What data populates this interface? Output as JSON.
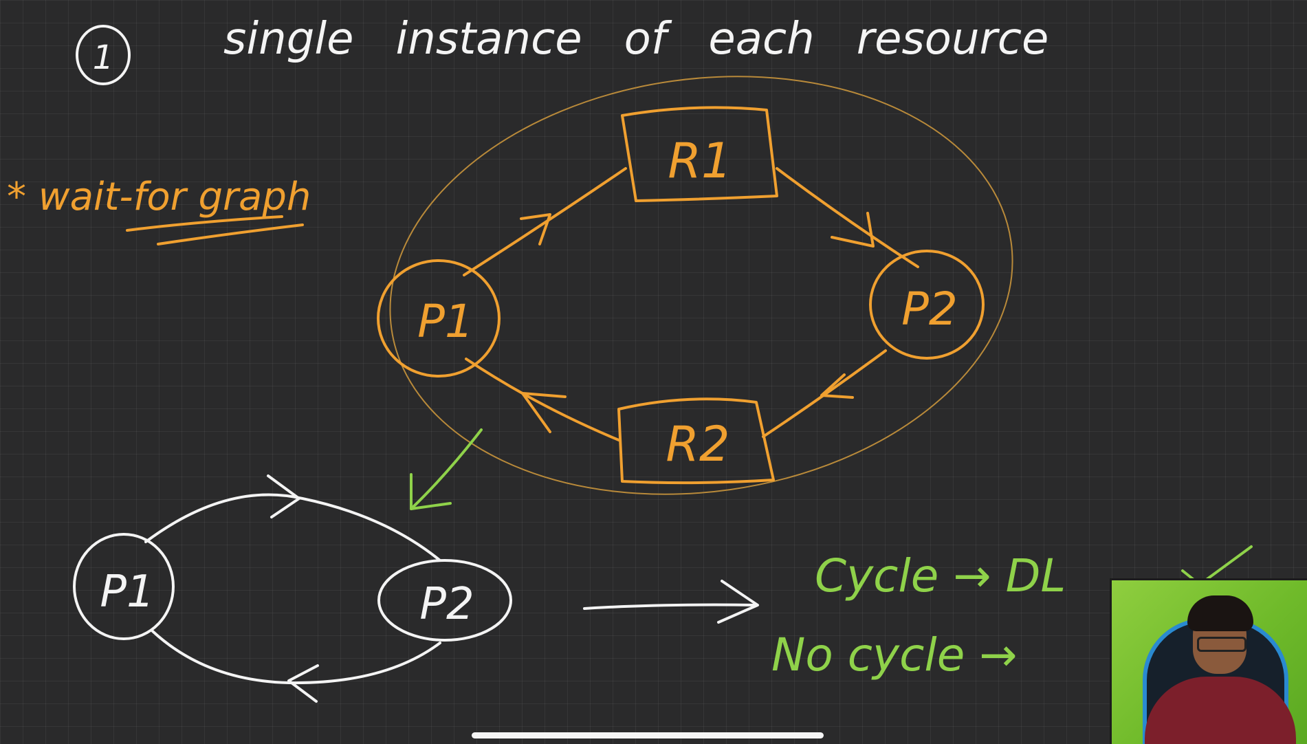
{
  "heading": {
    "number": "1",
    "text": "single   instance   of   each   resource"
  },
  "side_note": {
    "text": "* wait-for graph"
  },
  "resource_allocation_graph": {
    "resources": [
      "R1",
      "R2"
    ],
    "processes": [
      "P1",
      "P2"
    ],
    "edges": [
      {
        "from": "P1",
        "to": "R1"
      },
      {
        "from": "R1",
        "to": "P2"
      },
      {
        "from": "P2",
        "to": "R2"
      },
      {
        "from": "R2",
        "to": "P1"
      }
    ]
  },
  "wait_for_graph": {
    "processes": [
      "P1",
      "P2"
    ],
    "edges": [
      {
        "from": "P1",
        "to": "P2"
      },
      {
        "from": "P2",
        "to": "P1"
      }
    ]
  },
  "conclusions": [
    {
      "text": "Cycle → DL"
    },
    {
      "text": "No cycle →"
    }
  ],
  "colors": {
    "board": "#2a2a2b",
    "white_ink": "#f4f4f4",
    "orange_ink": "#f0a030",
    "green_ink": "#8fd24a"
  }
}
